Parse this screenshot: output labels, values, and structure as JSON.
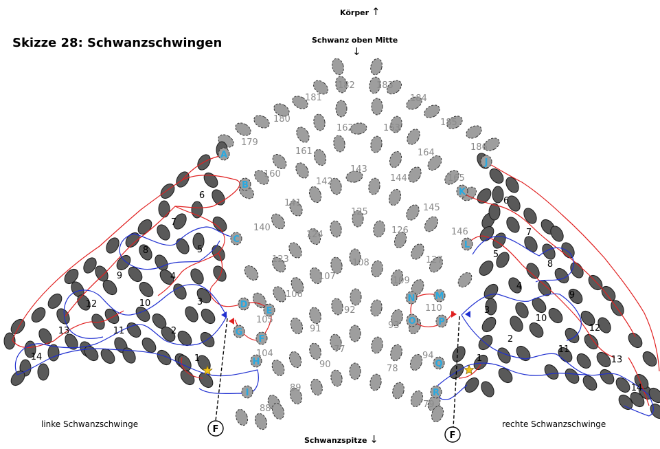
{
  "title": "Skizze 28: Schwanzschwingen",
  "top_label": "Körper",
  "top_arrow": "↑",
  "tail_top_label": "Schwanz oben Mitte",
  "tail_top_arrow": "↓",
  "bottom_label": "Schwanzspitze",
  "bottom_arrow": "↓",
  "left_caption": "linke Schwanzschwinge",
  "right_caption": "rechte Schwanzschwinge",
  "f_marker": "F",
  "colors": {
    "dark_bead": "#595959",
    "light_bead": "#9e9e9e",
    "red_line": "#e02020",
    "blue_line": "#1f2fd0",
    "letter_bg": "#29a9e0",
    "star": "#f5c518",
    "center_numbers": "#8a8a8a"
  },
  "center_numbers": [
    "183",
    "182",
    "181",
    "184",
    "180",
    "185",
    "179",
    "186",
    "162",
    "163",
    "161",
    "164",
    "160",
    "165",
    "143",
    "142",
    "144",
    "141",
    "145",
    "140",
    "146",
    "125",
    "124",
    "126",
    "123",
    "127",
    "108",
    "107",
    "109",
    "106",
    "110",
    "105",
    "92",
    "93",
    "91",
    "104",
    "94",
    "90",
    "77",
    "78",
    "89",
    "88",
    "79"
  ],
  "left_cells": [
    "1",
    "2",
    "3",
    "4",
    "5",
    "6",
    "7",
    "8",
    "9",
    "10",
    "11",
    "12",
    "13",
    "14"
  ],
  "right_cells": [
    "1",
    "2",
    "3",
    "4",
    "5",
    "6",
    "7",
    "8",
    "9",
    "10",
    "11",
    "12",
    "13",
    "14"
  ],
  "letters_left": [
    "A",
    "B",
    "C",
    "D",
    "E",
    "F",
    "G",
    "H",
    "I"
  ],
  "letters_right": [
    "J",
    "K",
    "L",
    "M",
    "N",
    "O",
    "P",
    "Q",
    "R"
  ]
}
